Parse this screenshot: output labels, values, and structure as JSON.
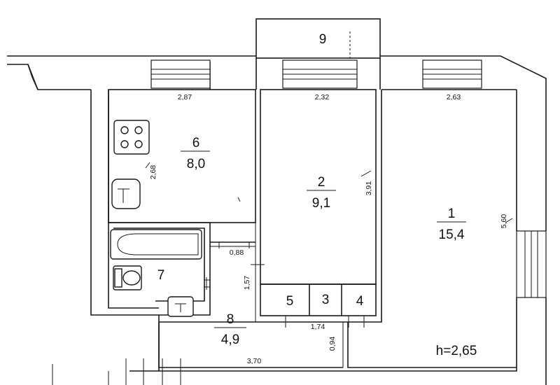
{
  "rooms": {
    "r1": {
      "number": "1",
      "area": "15,4"
    },
    "r2": {
      "number": "2",
      "area": "9,1"
    },
    "r3": {
      "number": "3"
    },
    "r4": {
      "number": "4"
    },
    "r5": {
      "number": "5"
    },
    "r6": {
      "number": "6",
      "area": "8,0"
    },
    "r7": {
      "number": "7"
    },
    "r8": {
      "number": "8",
      "area": "4,9"
    },
    "r9": {
      "number": "9"
    }
  },
  "dimensions": {
    "kitchen_width": "2,87",
    "room2_width": "2,32",
    "room1_width": "2,63",
    "kitchen_depth": "2,68",
    "room2_depth": "3,91",
    "room1_depth": "5,60",
    "passage_width": "0,88",
    "hall_depth": "1,57",
    "closet_width": "1,74",
    "hall_length": "3,70",
    "hall_step": "0,94"
  },
  "ceiling_height": "h=2,65"
}
